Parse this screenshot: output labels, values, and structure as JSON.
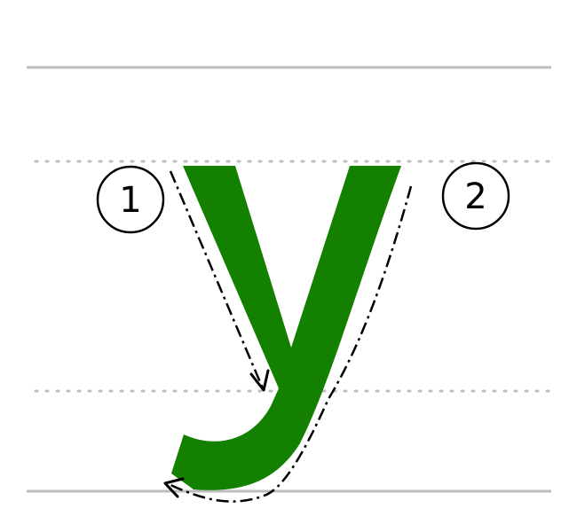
{
  "letter": {
    "character": "y",
    "fill_color": "#138000"
  },
  "guide_lines": {
    "solid_color": "#bdbdbd",
    "dotted_color": "#bdbdbd"
  },
  "strokes": [
    {
      "order": "1",
      "direction": "down"
    },
    {
      "order": "2",
      "direction": "down-then-left"
    }
  ],
  "path_color": "#000000"
}
